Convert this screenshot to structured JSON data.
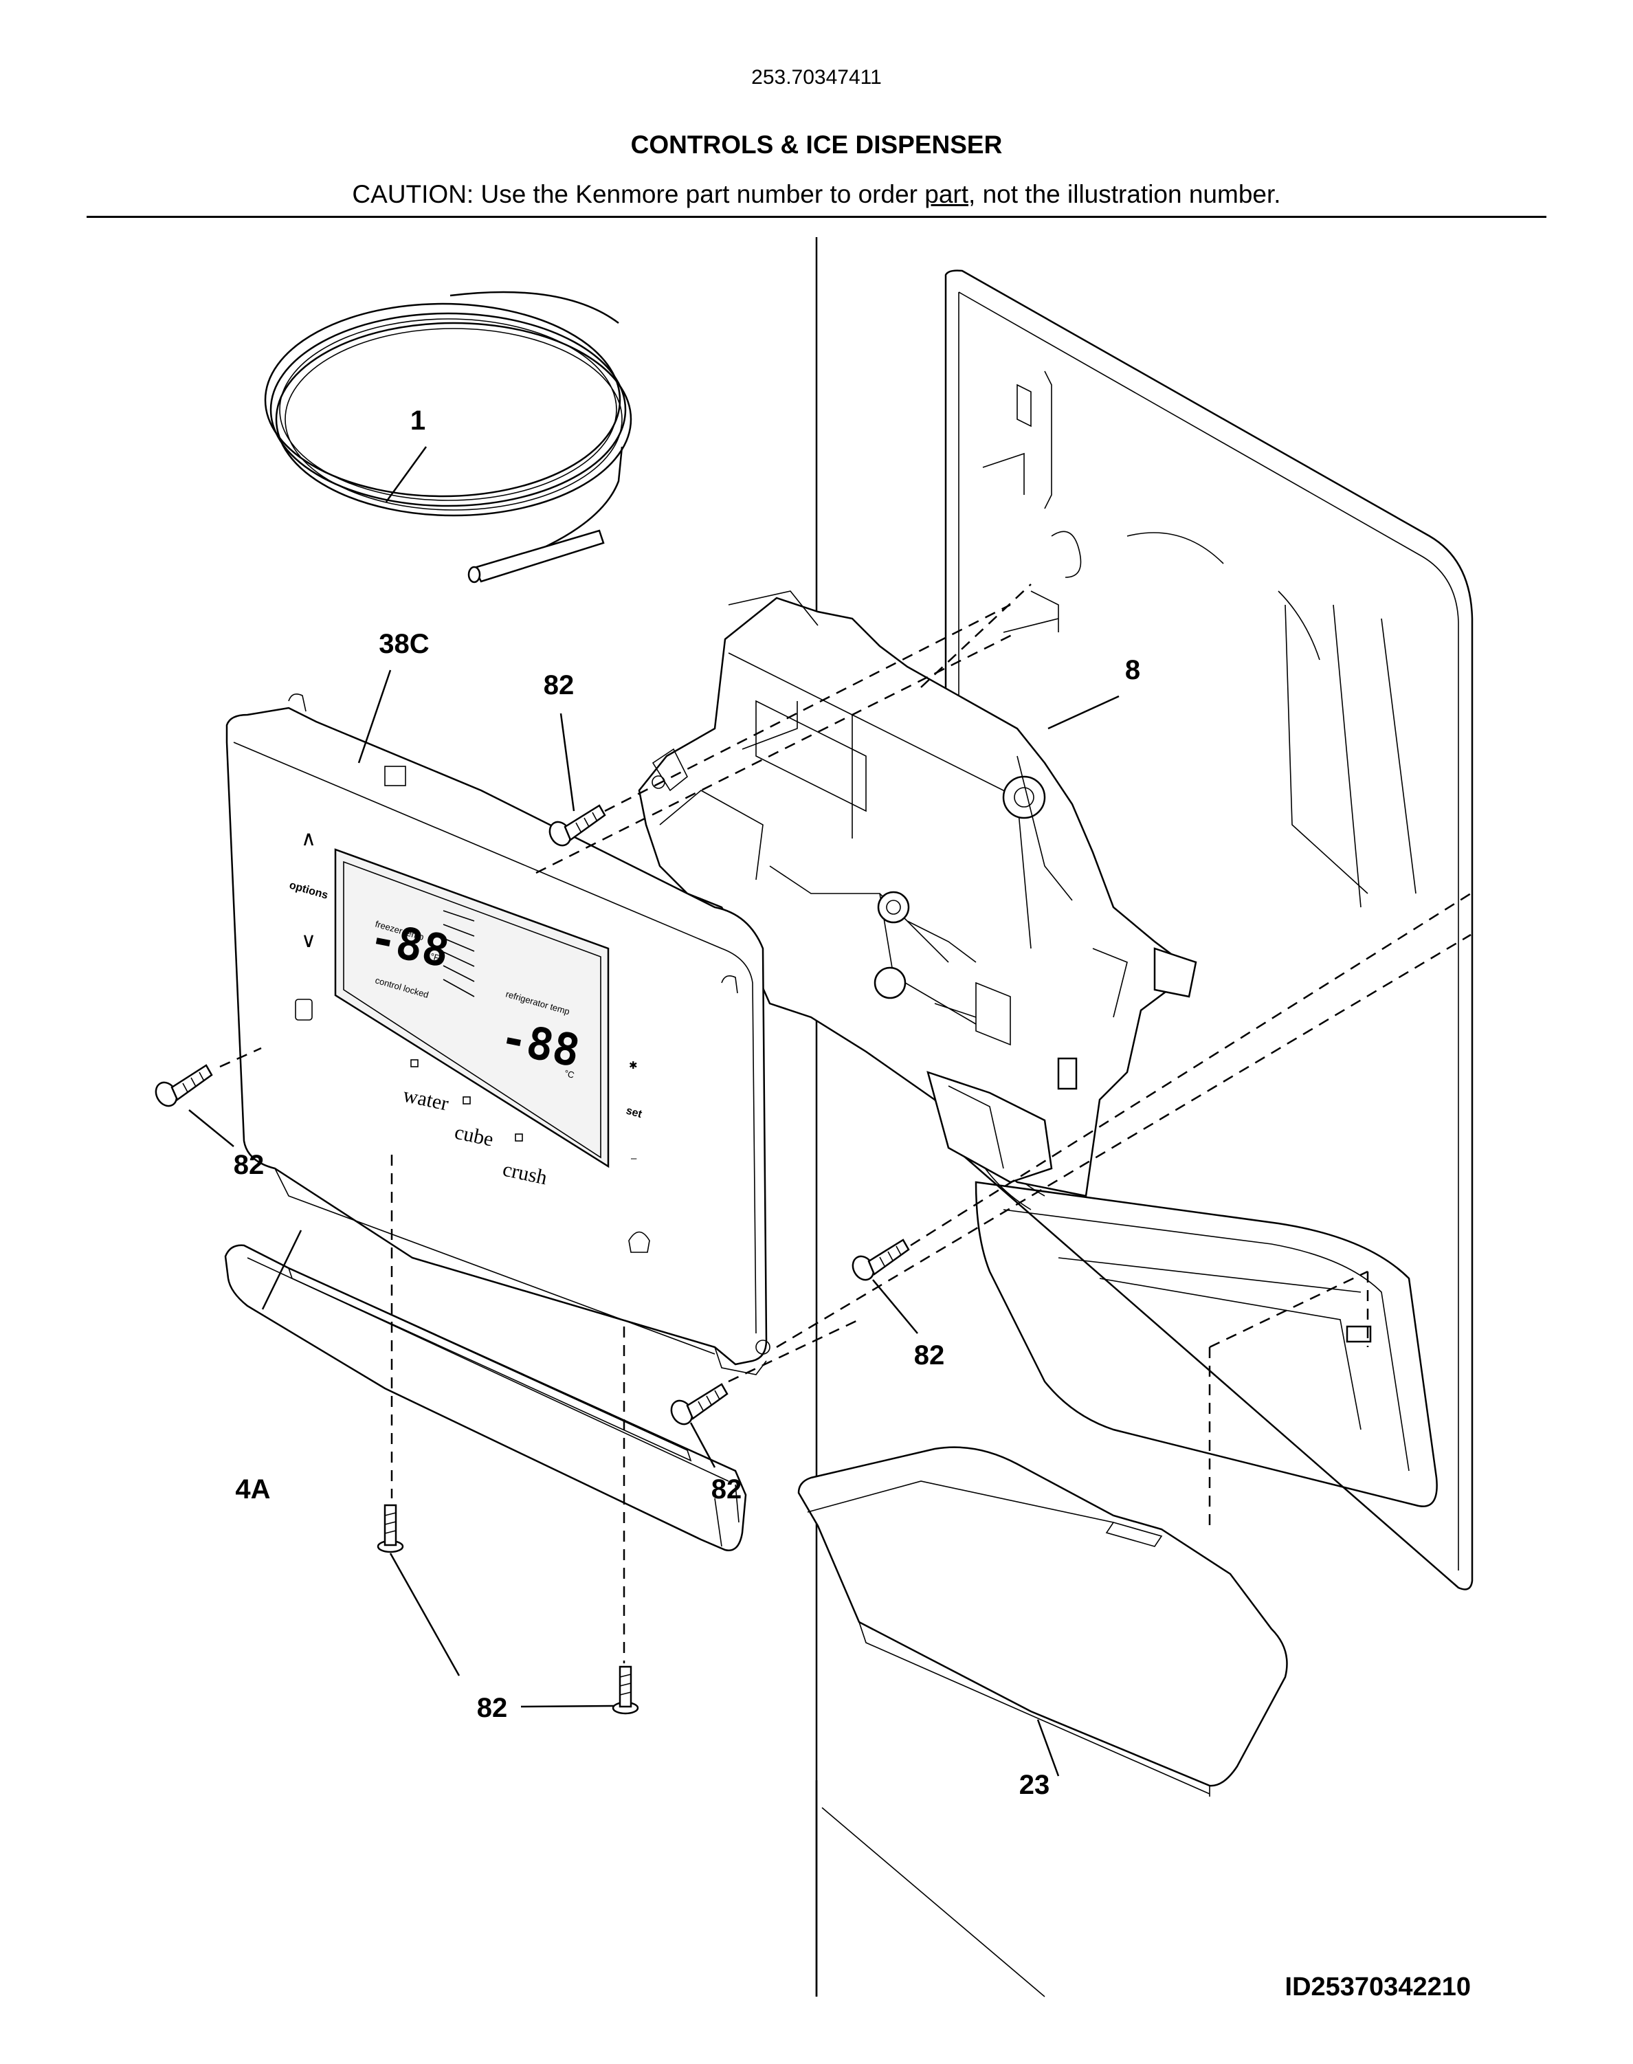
{
  "header": {
    "model_number": "253.70347411",
    "title": "CONTROLS & ICE DISPENSER",
    "caution_before": "CAUTION: Use the Kenmore part number to order ",
    "caution_link": "part",
    "caution_after": ", not the illustration number."
  },
  "callouts": [
    {
      "id": "c1",
      "label": "1"
    },
    {
      "id": "c38c",
      "label": "38C"
    },
    {
      "id": "c82a",
      "label": "82"
    },
    {
      "id": "c8",
      "label": "8"
    },
    {
      "id": "c82b",
      "label": "82"
    },
    {
      "id": "c82c",
      "label": "82"
    },
    {
      "id": "c82d",
      "label": "82"
    },
    {
      "id": "c4a",
      "label": "4A"
    },
    {
      "id": "c82e",
      "label": "82"
    },
    {
      "id": "c23",
      "label": "23"
    }
  ],
  "control_panel": {
    "left_buttons": [
      "options"
    ],
    "freezer_label": "freezer temp",
    "fridge_label": "refrigerator temp",
    "display_value": "-88",
    "display_value_right": "-88",
    "unit_f": "°F",
    "unit_c": "°C",
    "control_locked": "control locked",
    "dispense_buttons": [
      "water",
      "cube",
      "crush"
    ],
    "right_buttons": [
      "set"
    ]
  },
  "footer": {
    "document_id": "ID25370342210"
  }
}
